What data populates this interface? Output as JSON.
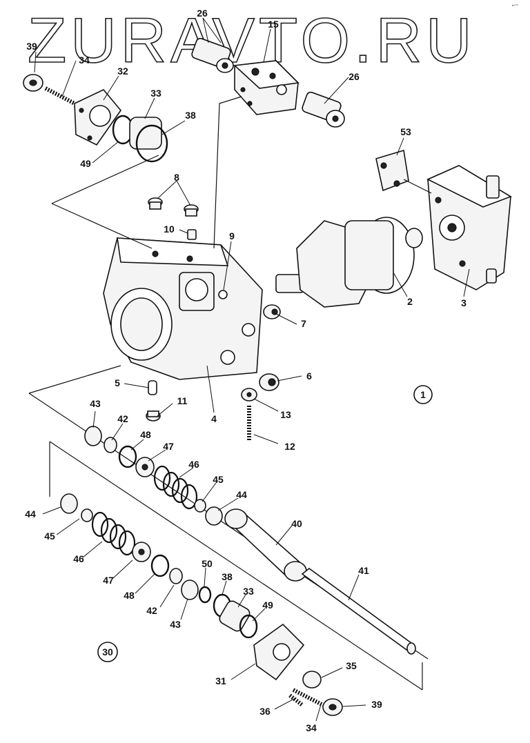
{
  "watermark": "ZURAVTO.RU",
  "corner_mark": "⌐~",
  "assemblies": {
    "main": "1",
    "sub": "30"
  },
  "callouts": {
    "p26a": "26",
    "p15": "15",
    "p26b": "26",
    "p39a": "39",
    "p34a": "34",
    "p32": "32",
    "p33a": "33",
    "p38a": "38",
    "p49a": "49",
    "p53": "53",
    "p8": "8",
    "p10": "10",
    "p9": "9",
    "p7": "7",
    "p2": "2",
    "p3": "3",
    "p5": "5",
    "p11": "11",
    "p4": "4",
    "p6": "6",
    "p13": "13",
    "p12": "12",
    "p43a": "43",
    "p42a": "42",
    "p48a": "48",
    "p47a": "47",
    "p46a": "46",
    "p45a": "45",
    "p44a": "44",
    "p40": "40",
    "p44b": "44",
    "p45b": "45",
    "p46b": "46",
    "p47b": "47",
    "p48b": "48",
    "p42b": "42",
    "p43b": "43",
    "p50": "50",
    "p38b": "38",
    "p33b": "33",
    "p49b": "49",
    "p41": "41",
    "p31": "31",
    "p35": "35",
    "p36": "36",
    "p34b": "34",
    "p39b": "39"
  }
}
